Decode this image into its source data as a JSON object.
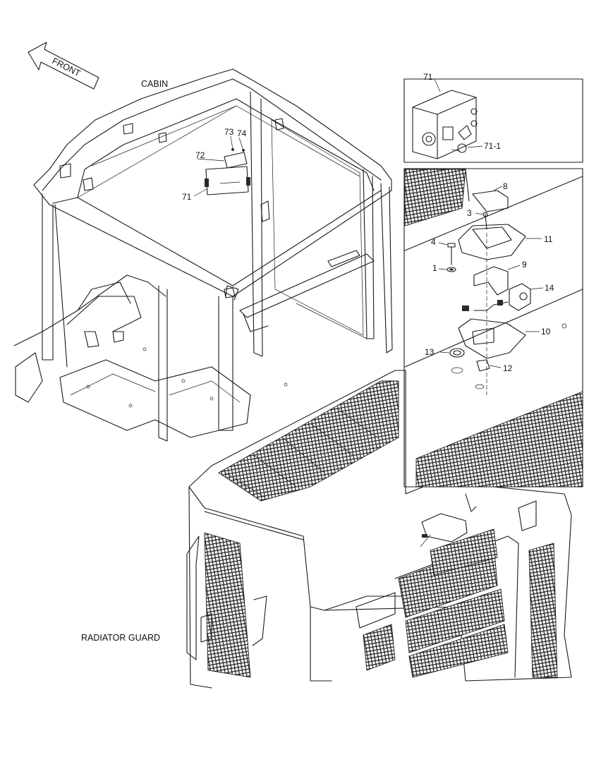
{
  "labels": {
    "front": "FRONT",
    "cabin": "CABIN",
    "radiator_guard": "RADIATOR GUARD"
  },
  "callouts": {
    "p71": "71",
    "p71_1": "71-1",
    "p72": "72",
    "p73": "73",
    "p74": "74",
    "p71_cabin": "71",
    "p1": "1",
    "p3": "3",
    "p4": "4",
    "p8": "8",
    "p9": "9",
    "p10": "10",
    "p11": "11",
    "p12": "12",
    "p13": "13",
    "p14": "14"
  }
}
